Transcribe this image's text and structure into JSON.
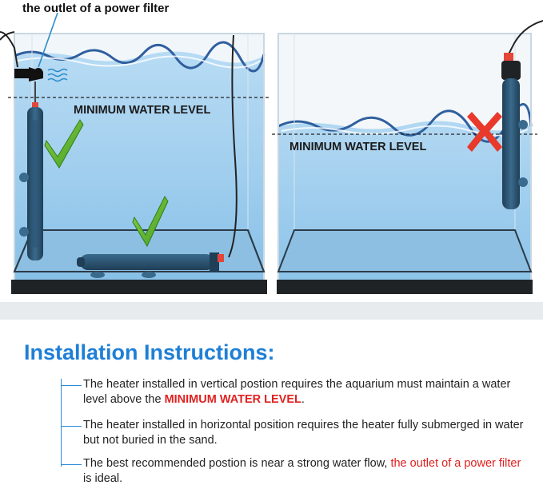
{
  "illustration": {
    "callout_label": "the outlet of a power filter",
    "left_tank": {
      "min_level_label": "MINIMUM WATER LEVEL",
      "vertical_ok": true,
      "horizontal_ok": true
    },
    "right_tank": {
      "min_level_label": "MINIMUM WATER LEVEL",
      "wrong_mark": true
    },
    "colors": {
      "check": "#4caf2a",
      "cross": "#e8392b",
      "water": "#9fcdef",
      "heater": "#28506d",
      "base": "#1f2326"
    }
  },
  "instructions": {
    "title": "Installation Instructions:",
    "items": [
      {
        "text": "The heater installed in vertical postion requires the aquarium must maintain a water level above the ",
        "highlight": "MINIMUM WATER LEVEL",
        "after": "."
      },
      {
        "text": "The heater installed in horizontal position requires the heater fully submerged in water but not buried in the sand."
      },
      {
        "text": "The best recommended postion is near a strong water flow, ",
        "highlight": "the outlet of a power filter",
        "after": " is ideal."
      }
    ],
    "colors": {
      "title": "#1e7fd6",
      "highlight": "#e02020"
    }
  }
}
